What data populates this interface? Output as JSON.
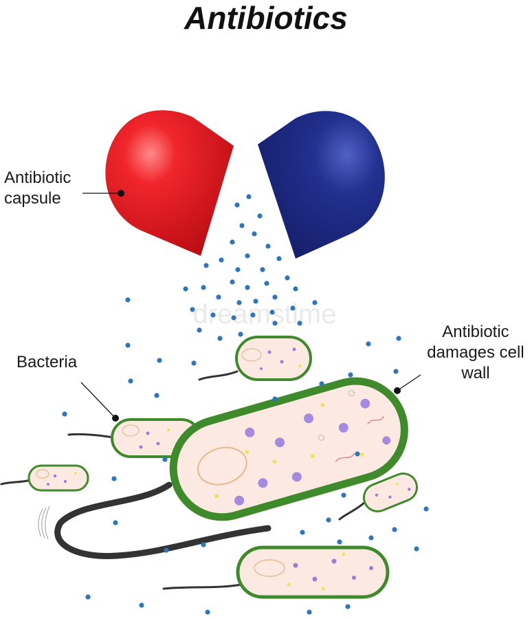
{
  "title": "Antibiotics",
  "labels": {
    "capsule": [
      "Antibiotic",
      "capsule"
    ],
    "bacteria": "Bacteria",
    "damage": [
      "Antibiotic",
      "damages cell",
      "wall"
    ]
  },
  "watermark": "dreamstime",
  "colors": {
    "capsule_red": "#e8141c",
    "capsule_blue": "#1d2a8a",
    "particle": "#2e75c0",
    "cell_wall": "#3f8a2a",
    "cytoplasm": "#fbe9e2",
    "flagellum": "#333333"
  }
}
